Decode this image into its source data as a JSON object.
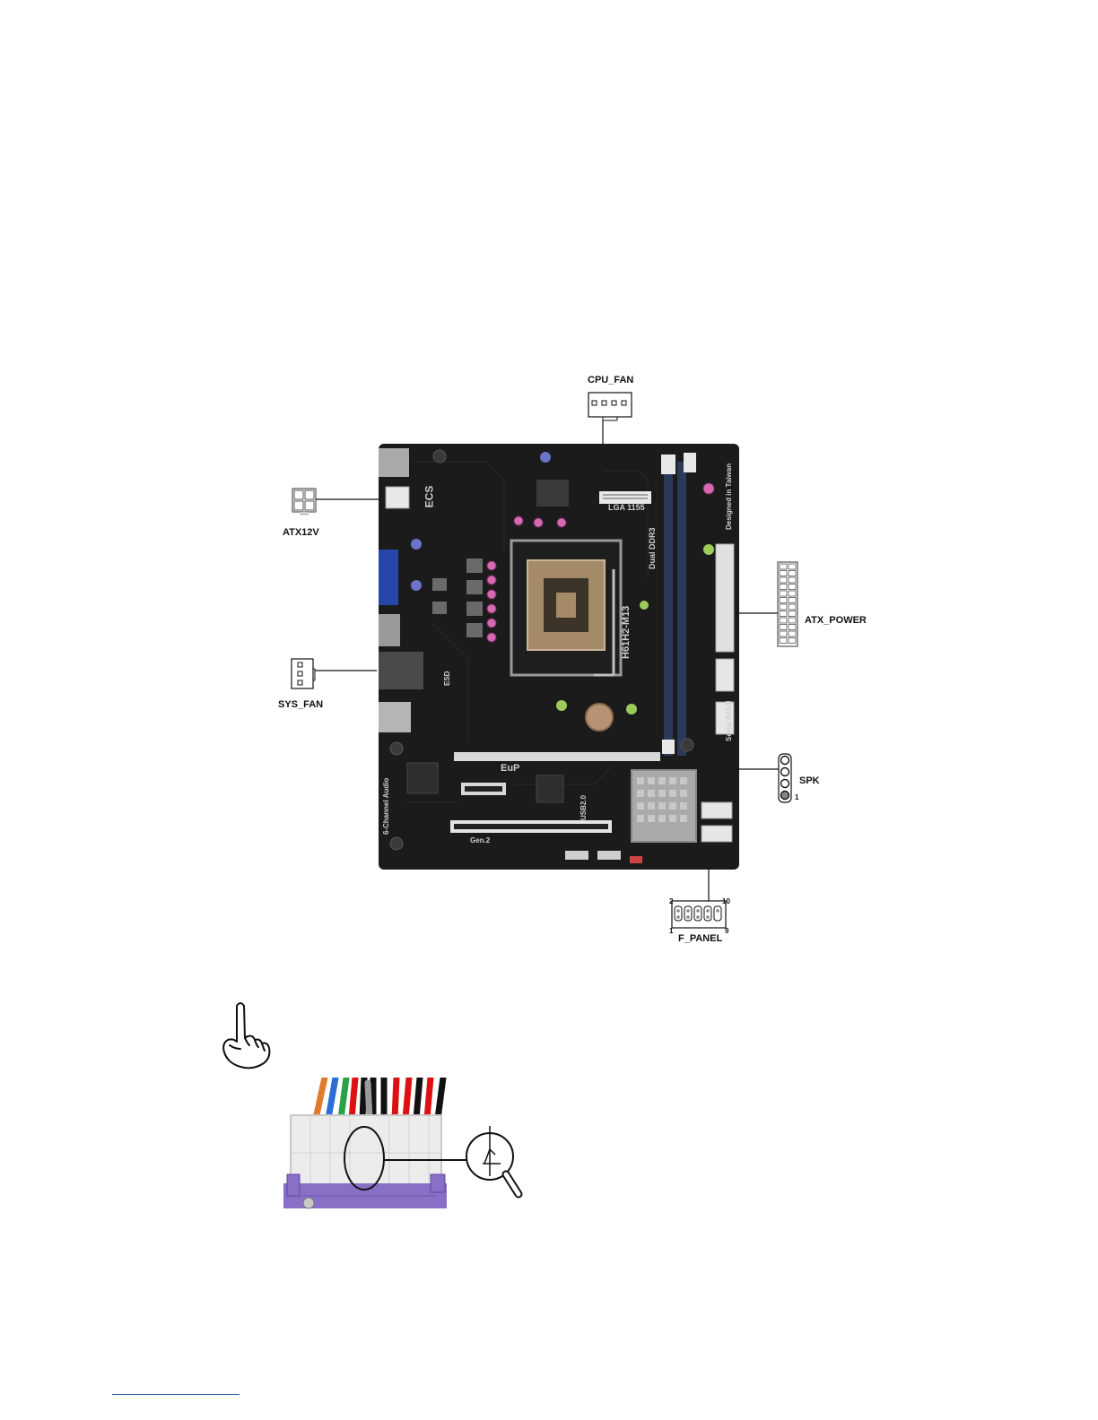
{
  "connectors": {
    "cpu_fan": "CPU_FAN",
    "atx12v": "ATX12V",
    "atx_power": "ATX_POWER",
    "sys_fan": "SYS_FAN",
    "spk": "SPK",
    "f_panel": "F_PANEL"
  },
  "pins": {
    "spk_pin1": "1",
    "fpanel_2": "2",
    "fpanel_10": "10",
    "fpanel_1": "1",
    "fpanel_9": "9"
  },
  "board_printing": {
    "socket": "LGA 1155",
    "model": "H61H2-M13",
    "memory": "Dual DDR3",
    "designed": "Designed in Taiwan",
    "sata": "Serial ATA II",
    "audio": "6-Channel Audio",
    "usb": "USB2.0",
    "esd": "ESD",
    "pcie": "Gen.2",
    "brand_logo": "ECS",
    "eup_logo": "EuP"
  },
  "icons": [
    "pointing-hand-icon",
    "magnifier-icon"
  ],
  "colors": {
    "board": "#1b1b1b",
    "ram_slot": "#2c3a5a",
    "pcie_slot": "#d8d8d8",
    "connector_base": "#8a6fc6",
    "footer_line": "#2f5fa8"
  }
}
